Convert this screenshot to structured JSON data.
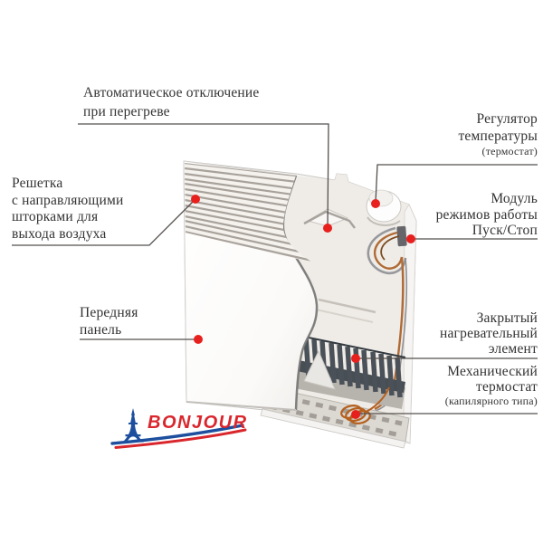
{
  "callouts": {
    "auto_shutdown": {
      "lines": [
        "Автоматическое отключение",
        "при перегреве"
      ]
    },
    "temp_regulator": {
      "lines": [
        "Регулятор",
        "температуры"
      ],
      "note": "(термостат)"
    },
    "air_grille": {
      "lines": [
        "Решетка",
        "с направляющими",
        "шторками для",
        "выхода воздуха"
      ]
    },
    "mode_module": {
      "lines": [
        "Модуль",
        "режимов работы",
        "Пуск/Стоп"
      ]
    },
    "front_panel": {
      "lines": [
        "Передняя",
        "панель"
      ]
    },
    "heating_element": {
      "lines": [
        "Закрытый",
        "нагревательный",
        "элемент"
      ]
    },
    "mech_thermostat": {
      "lines": [
        "Механический",
        "термостат"
      ],
      "note": "(капилярного типа)"
    }
  },
  "logo": {
    "brand": "BONJOUR",
    "icon": "eiffel-tower-icon"
  },
  "colors": {
    "marker_red": "#e8201d",
    "leader_line": "#55504d",
    "label_text": "#333333",
    "logo_red": "#d9262c",
    "logo_blue": "#1d4f9e"
  }
}
